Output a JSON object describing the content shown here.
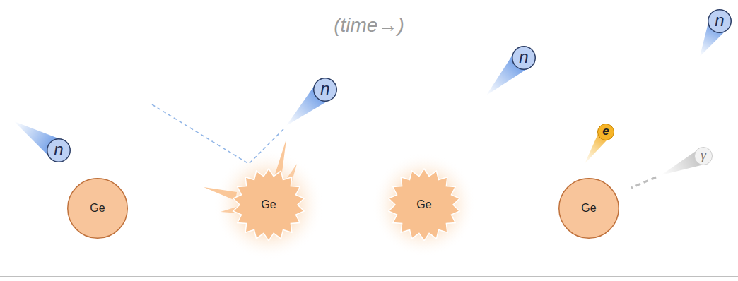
{
  "diagram": {
    "nodes": [
      {
        "text": [
          "n"
        ]
      },
      {
        "text": [
          "Ge"
        ]
      },
      {
        "text": [
          "Ge"
        ]
      },
      {
        "text": [
          "n"
        ]
      },
      {
        "text": [
          "Ge"
        ]
      },
      {
        "text": [
          "n"
        ]
      },
      {
        "text": [
          "Ge"
        ]
      },
      {
        "text": [
          "e"
        ]
      },
      {
        "text": [
          "γ"
        ]
      },
      {
        "text": [
          "n"
        ]
      }
    ],
    "labels": [
      "(time→)"
    ]
  }
}
